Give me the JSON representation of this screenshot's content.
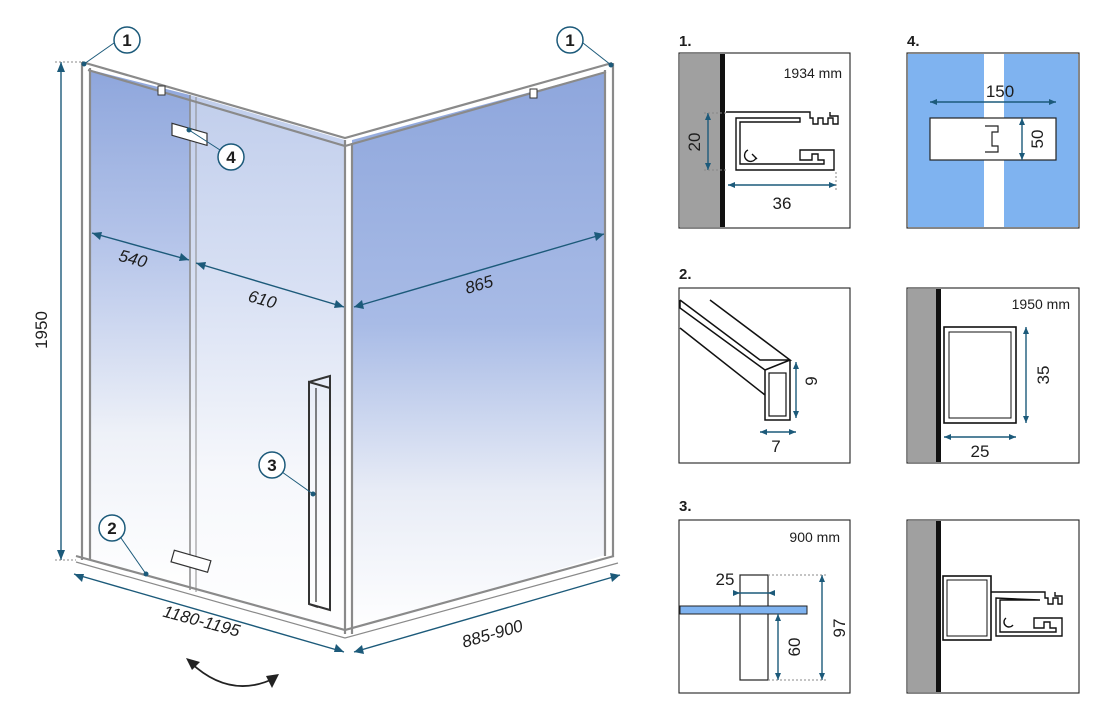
{
  "main": {
    "dims": {
      "height": "1950",
      "left_panel": "540",
      "door": "610",
      "side_panel": "865",
      "front": "1180-1195",
      "side": "885-900"
    },
    "callouts": [
      "1",
      "1",
      "2",
      "3",
      "4"
    ]
  },
  "details": {
    "d1": {
      "title": "1.",
      "length": "1934 mm",
      "h": "20",
      "w": "36"
    },
    "d2": {
      "title": "2.",
      "h": "9",
      "w": "7"
    },
    "d3": {
      "title": "3.",
      "length": "900 mm",
      "a": "25",
      "b": "60",
      "c": "97"
    },
    "d4": {
      "title": "4.",
      "w": "150",
      "h": "50"
    },
    "d5": {
      "length": "1950 mm",
      "h": "35",
      "w": "25"
    }
  },
  "colors": {
    "glass": "#8aa6dc",
    "dimension": "#1c5a7a",
    "wall": "#a0a0a0",
    "hinge_bg": "#7fb3f0"
  }
}
